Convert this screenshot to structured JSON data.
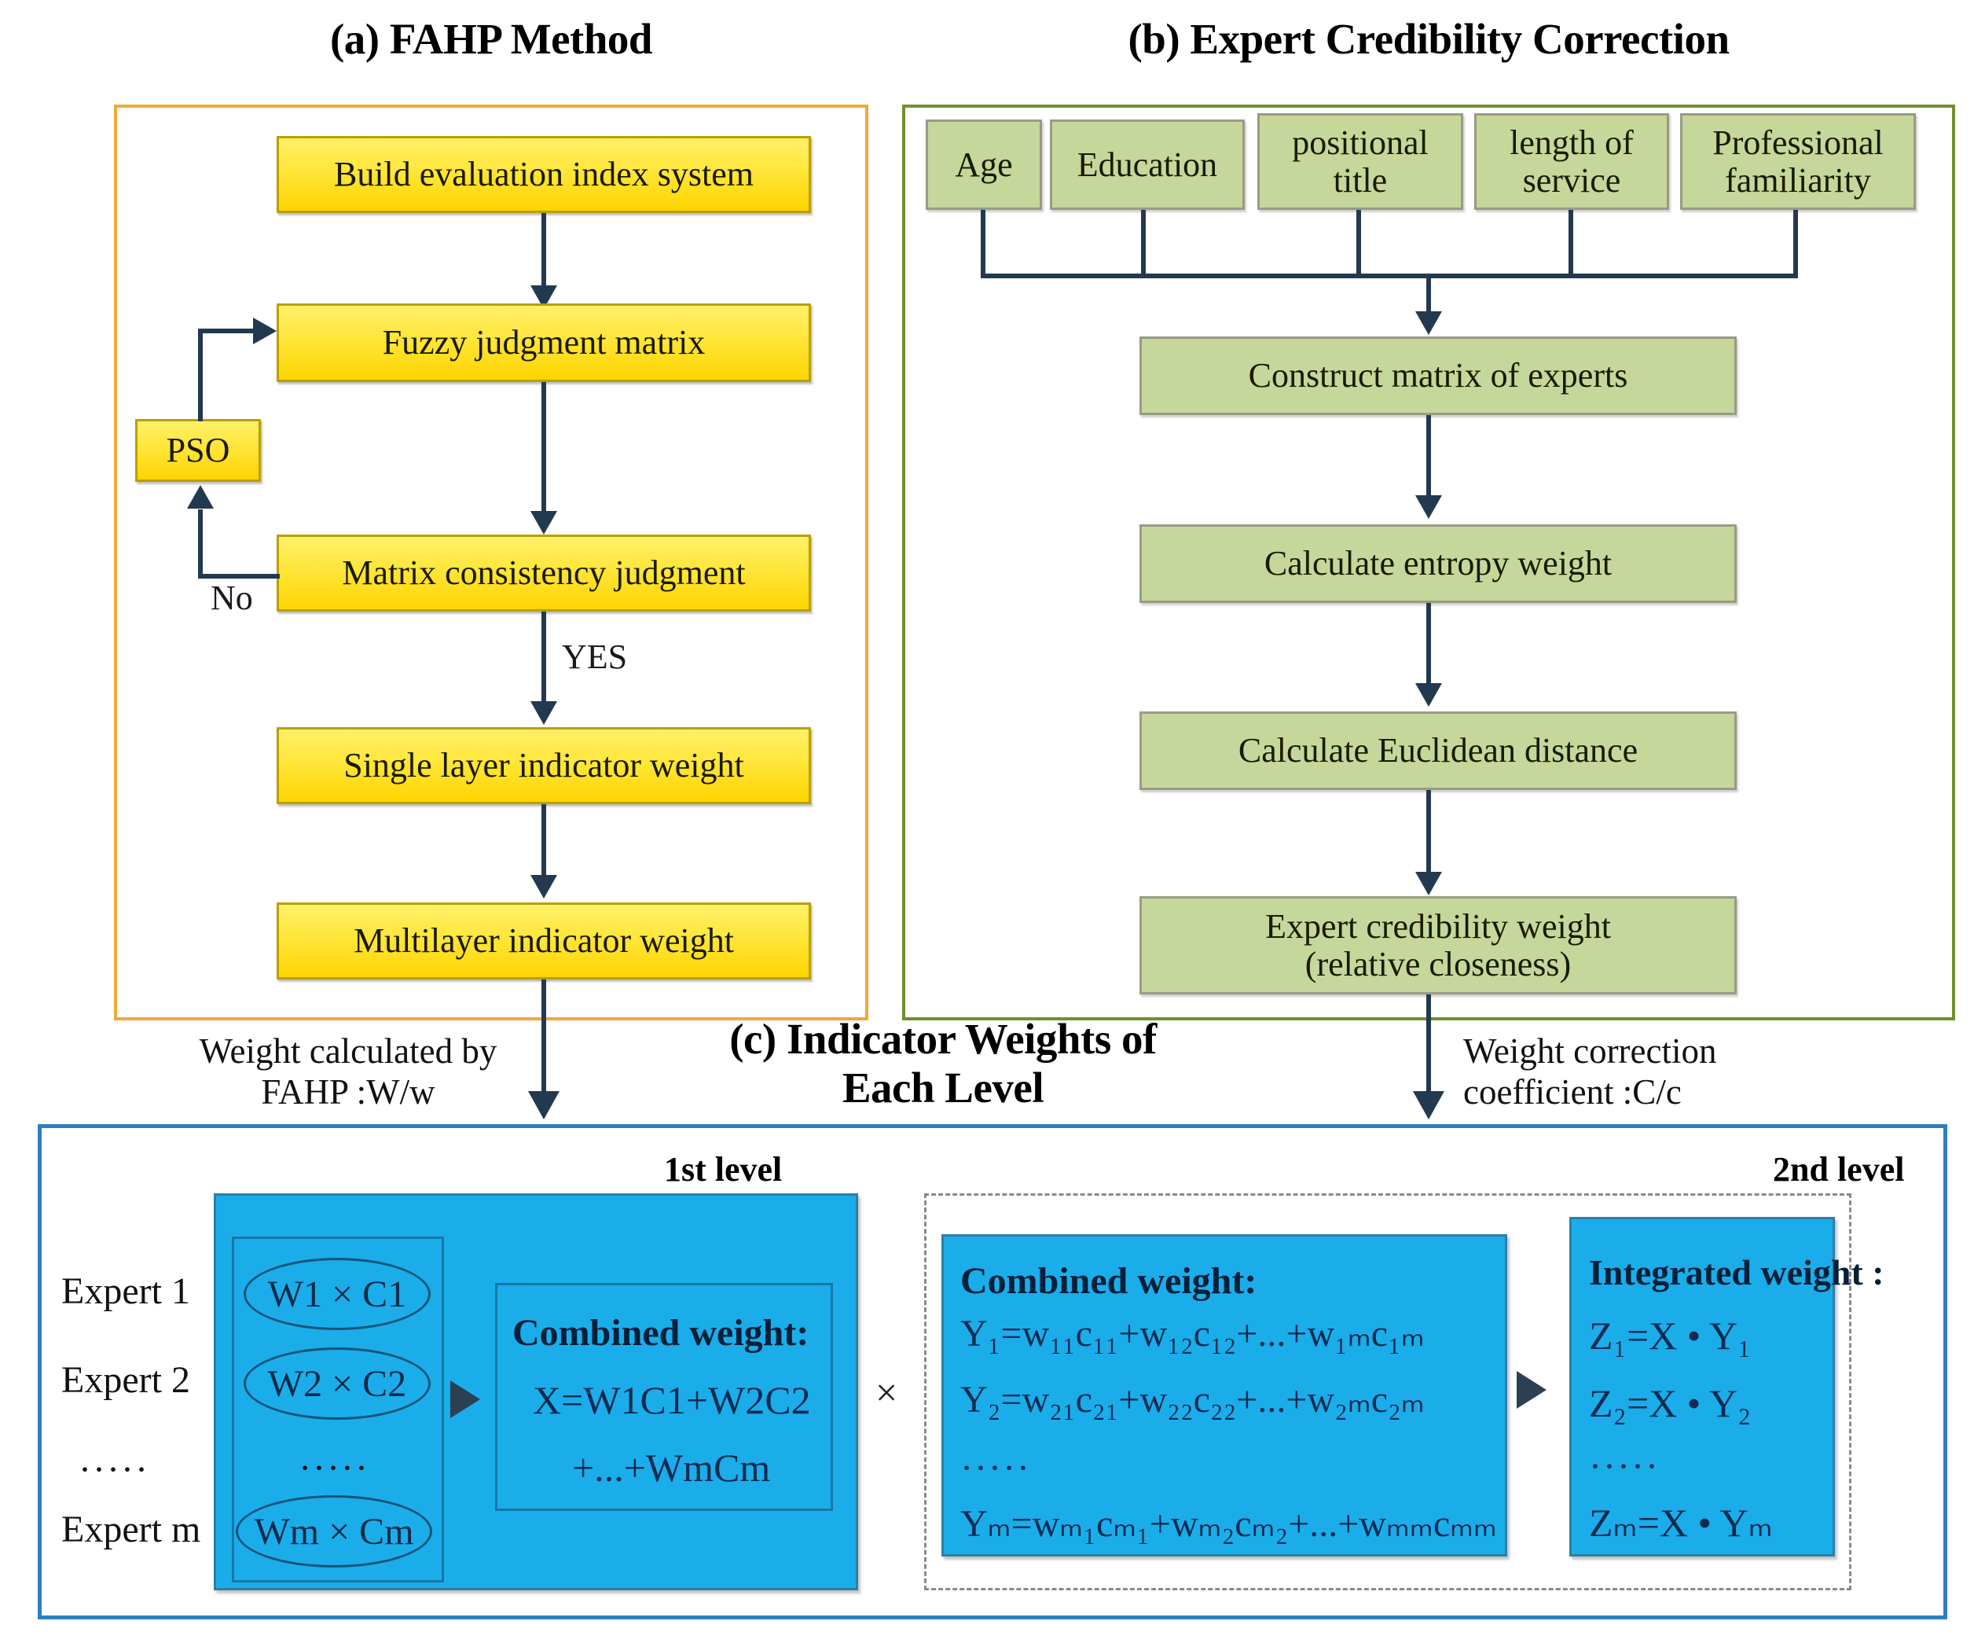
{
  "panels": {
    "a": {
      "title": "(a) FAHP Method",
      "accent": "#f0a93a",
      "nodes": [
        {
          "id": "build",
          "label": "Build evaluation index system"
        },
        {
          "id": "fuzzy",
          "label": "Fuzzy judgment matrix"
        },
        {
          "id": "pso",
          "label": "PSO"
        },
        {
          "id": "consistency",
          "label": "Matrix consistency judgment"
        },
        {
          "id": "single",
          "label": "Single layer indicator weight"
        },
        {
          "id": "multi",
          "label": "Multilayer indicator weight"
        }
      ],
      "edge_labels": {
        "no": "No",
        "yes": "YES"
      }
    },
    "b": {
      "title": "(b) Expert Credibility Correction",
      "accent": "#71902f",
      "attributes": [
        {
          "id": "age",
          "label": "Age"
        },
        {
          "id": "education",
          "label": "Education"
        },
        {
          "id": "positional-title",
          "label": "positional\ntitle"
        },
        {
          "id": "length-of-service",
          "label": "length of\nservice"
        },
        {
          "id": "professional-familiarity",
          "label": "Professional\nfamiliarity"
        }
      ],
      "nodes": [
        {
          "id": "construct",
          "label": "Construct  matrix of experts"
        },
        {
          "id": "entropy",
          "label": "Calculate entropy weight"
        },
        {
          "id": "euclidean",
          "label": "Calculate Euclidean distance"
        },
        {
          "id": "credibility",
          "label": "Expert credibility weight\n(relative closeness)"
        }
      ]
    },
    "c": {
      "title_line1": "(c) Indicator Weights of",
      "title_line2": "Each Level",
      "accent": "#2e7fc1",
      "level_labels": {
        "first": "1st level",
        "second": "2nd level"
      },
      "experts": [
        "Expert 1",
        "Expert 2",
        "Expert m"
      ],
      "dots": "·····",
      "pairs": [
        "W1 ×  C1",
        "W2 ×  C2",
        "Wm ×  Cm"
      ],
      "combined_level1": {
        "title": "Combined weight:",
        "line1": "X=W1C1+W2C2",
        "line2": "+...+WmCm"
      },
      "multiply_symbol": "×",
      "combined_level2": {
        "title": "Combined weight:",
        "lines": [
          "Y₁=w₁₁c₁₁+w₁₂c₁₂+...+w₁ₘc₁ₘ",
          "Y₂=w₂₁c₂₁+w₂₂c₂₂+...+w₂ₘc₂ₘ",
          "Yₘ=wₘ₁cₘ₁+wₘ₂cₘ₂+...+wₘₘcₘₘ"
        ]
      },
      "integrated": {
        "title": "Integrated weight :",
        "lines": [
          "Z₁=X • Y₁",
          "Z₂=X • Y₂",
          "Zₘ=X • Yₘ"
        ]
      }
    }
  },
  "transitions": {
    "left": "Weight calculated by\nFAHP :W/w",
    "right": "Weight correction\ncoefficient :C/c"
  }
}
